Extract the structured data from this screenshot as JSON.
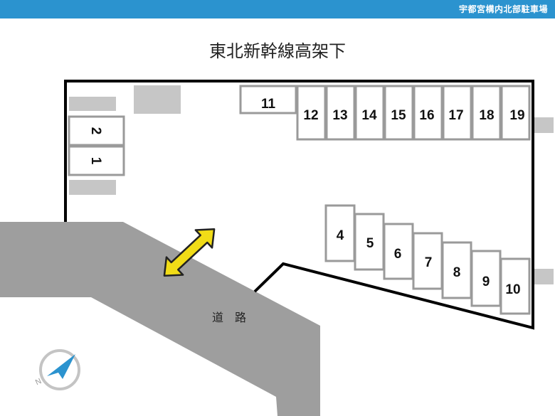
{
  "header": {
    "title": "宇都宮構内北部駐車場"
  },
  "map": {
    "title": "東北新幹線高架下",
    "road_label": "道　路",
    "compass_letter": "N",
    "colors": {
      "header": "#2b93cf",
      "road": "#9e9e9e",
      "block": "#c6c6c6",
      "space_border": "#9a9a9a",
      "lot_border": "#000000",
      "arrow": "#f1dc17",
      "compass": "#2b93cf"
    },
    "parking_spaces": [
      "1",
      "2",
      "4",
      "5",
      "6",
      "7",
      "8",
      "9",
      "10",
      "11",
      "12",
      "13",
      "14",
      "15",
      "16",
      "17",
      "18",
      "19"
    ],
    "icons": [
      "entrance-arrow-icon",
      "compass-icon"
    ]
  }
}
